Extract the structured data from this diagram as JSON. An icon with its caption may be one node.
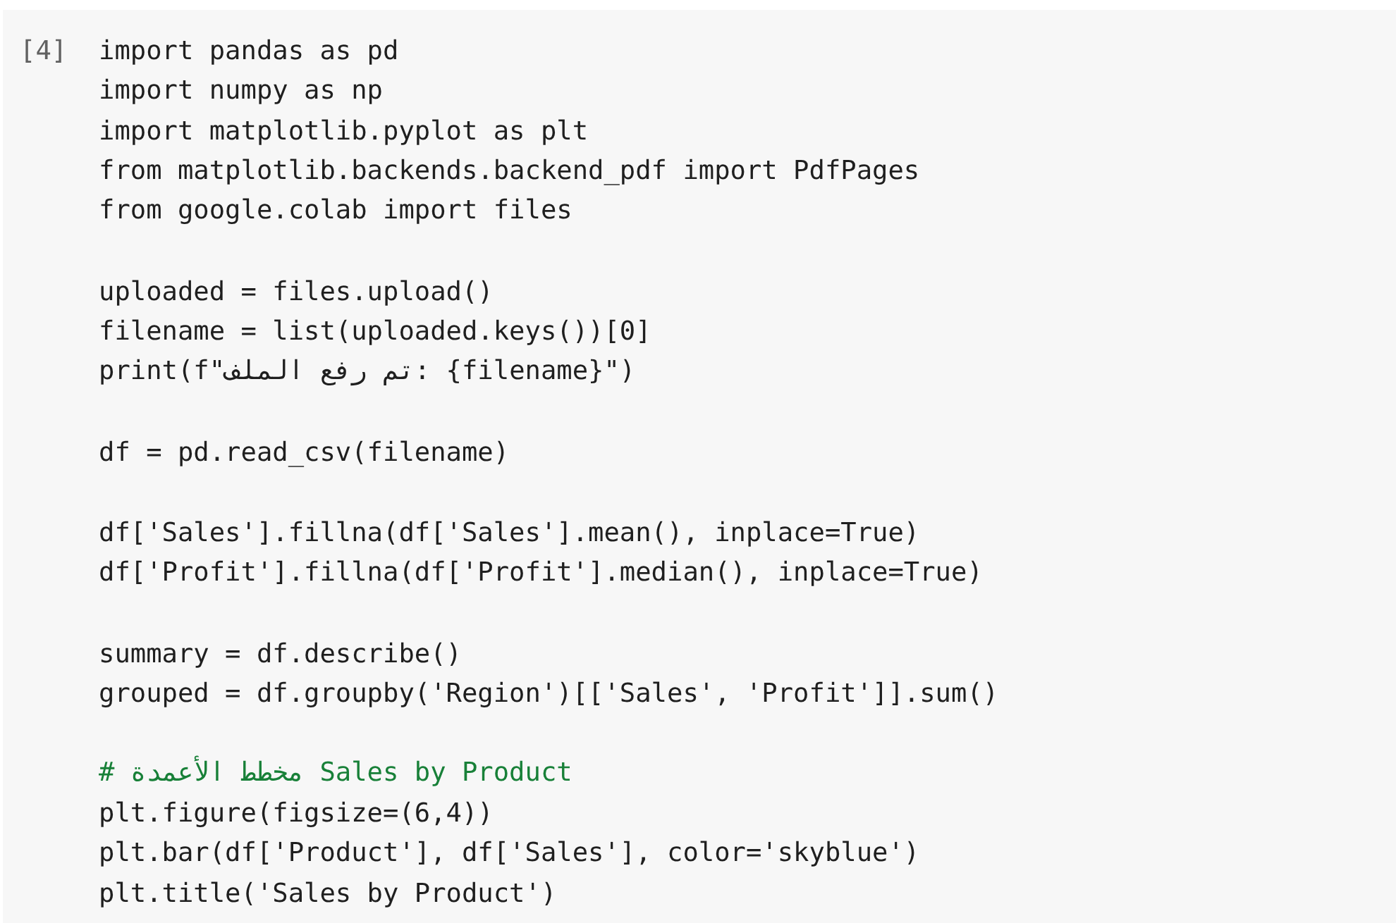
{
  "diagram": {
    "labels": [
      "[4]",
      "import pandas as pd",
      "import numpy as np",
      "import matplotlib.pyplot as plt",
      "from matplotlib.backends.backend_pdf import PdfPages",
      "from google.colab import files",
      "uploaded = files.upload()",
      "filename = list(uploaded.keys())[0]",
      "print(f\"تم رفع الملف: {filename}\")",
      "df = pd.read_csv(filename)",
      "df['Sales'].fillna(df['Sales'].mean(), inplace=True)",
      "df['Profit'].fillna(df['Profit'].median(), inplace=True)",
      "summary = df.describe()",
      "grouped = df.groupby('Region')[['Sales', 'Profit']].sum()",
      "# مخطط الأعمدة Sales by Product",
      "plt.figure(figsize=(6,4))",
      "plt.bar(df['Product'], df['Sales'], color='skyblue')",
      "plt.title('Sales by Product')"
    ]
  }
}
